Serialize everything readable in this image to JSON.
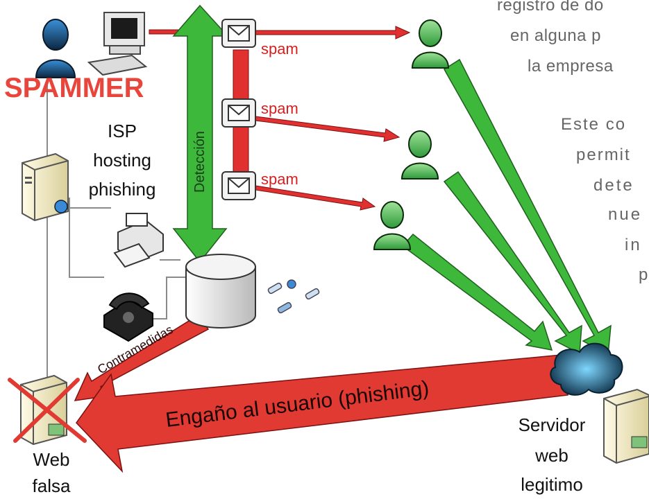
{
  "labels": {
    "spammer": "SPAMMER",
    "isp": [
      "ISP",
      "hosting",
      "phishing"
    ],
    "deteccion": "Detección",
    "spam": "spam",
    "contramedidas": "Contramedidas",
    "engano": "Engaño al usuario (phishing)",
    "web_falsa": [
      "Web",
      "falsa"
    ],
    "servidor": [
      "Servidor",
      "web",
      "legitimo"
    ]
  },
  "side_text": [
    "registro de do",
    "en alguna p",
    "la empresa",
    "Este co",
    "permit",
    "dete",
    "nue",
    "in",
    "p"
  ],
  "colors": {
    "spam_arrow": "#e03030",
    "green_arrow": "#3db83a",
    "red_big_arrow": "#e03a32",
    "spammer_text": "#e8463c",
    "side_text": "#666666"
  }
}
